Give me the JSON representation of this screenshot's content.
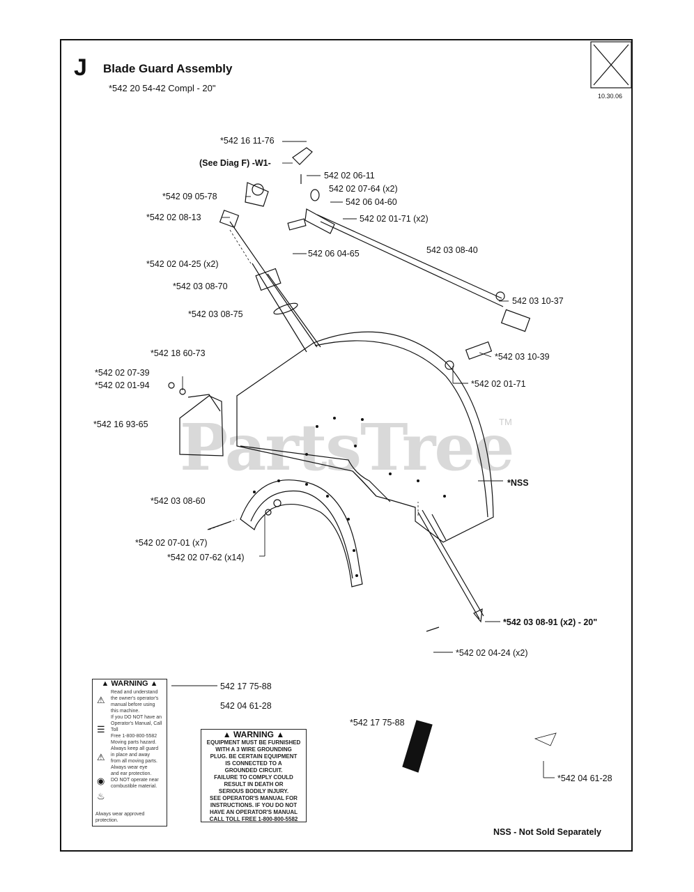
{
  "header": {
    "section_letter": "J",
    "title": "Blade Guard Assembly",
    "subtitle": "*542 20 54-42 Compl - 20\"",
    "date_code": "10.30.06"
  },
  "watermark": {
    "text": "PartsTree",
    "tm": "TM"
  },
  "parts": {
    "p1": "*542 16 11-76",
    "p2": "(See Diag F) -W1-",
    "p3": "542 02 06-11",
    "p4": "542 02 07-64 (x2)",
    "p5": "*542 09 05-78",
    "p6": "542 06 04-60",
    "p7": "*542 02 08-13",
    "p8": "542 02 01-71 (x2)",
    "p9": "542 06 04-65",
    "p10": "542 03 08-40",
    "p11": "*542 02 04-25 (x2)",
    "p12": "*542 03 08-70",
    "p13": "542 03 10-37",
    "p14": "*542 03 08-75",
    "p15": "*542 18 60-73",
    "p16": "*542 03 10-39",
    "p17": "*542 02 07-39",
    "p18": "*542 02 01-94",
    "p19": "*542 02 01-71",
    "p20": "*542 16 93-65",
    "p21": "*NSS",
    "p22": "*542 03 08-60",
    "p23": "*542 02 07-01 (x7)",
    "p24": "*542 02 07-62 (x14)",
    "p25": "*542 03 08-91 (x2) - 20\"",
    "p26": "*542 02 04-24 (x2)",
    "p27": "542 17 75-88",
    "p28": "542 04 61-28",
    "p29": "*542 17 75-88",
    "p30": "*542 04 61-28"
  },
  "decal_warning": {
    "heading": "WARNING",
    "lines": [
      "Read and understand",
      "the owner's operator's",
      "manual before using",
      "this machine.",
      "If you DO NOT have an",
      "Operator's Manual, Call Toll",
      "Free 1-800-800-5582",
      "Moving parts hazard.",
      "Always keep all guard",
      "in place and away",
      "from all moving parts.",
      "Always wear eye",
      "and ear protection.",
      "DO NOT operate near",
      "combustible material.",
      "Always wear approved protection."
    ]
  },
  "decal_grounding": {
    "heading": "WARNING",
    "lines": [
      "EQUIPMENT MUST BE FURNISHED",
      "WITH A 3 WIRE GROUNDING",
      "PLUG. BE CERTAIN EQUIPMENT",
      "IS CONNECTED TO A",
      "GROUNDED CIRCUIT.",
      "FAILURE TO COMPLY COULD",
      "RESULT IN DEATH OR",
      "SERIOUS BODILY INJURY.",
      "SEE OPERATOR'S MANUAL FOR",
      "INSTRUCTIONS. IF YOU DO NOT",
      "HAVE AN OPERATOR'S MANUAL",
      "CALL TOLL FREE 1-800-800-5582"
    ]
  },
  "footer": {
    "note": "NSS - Not Sold Separately"
  }
}
